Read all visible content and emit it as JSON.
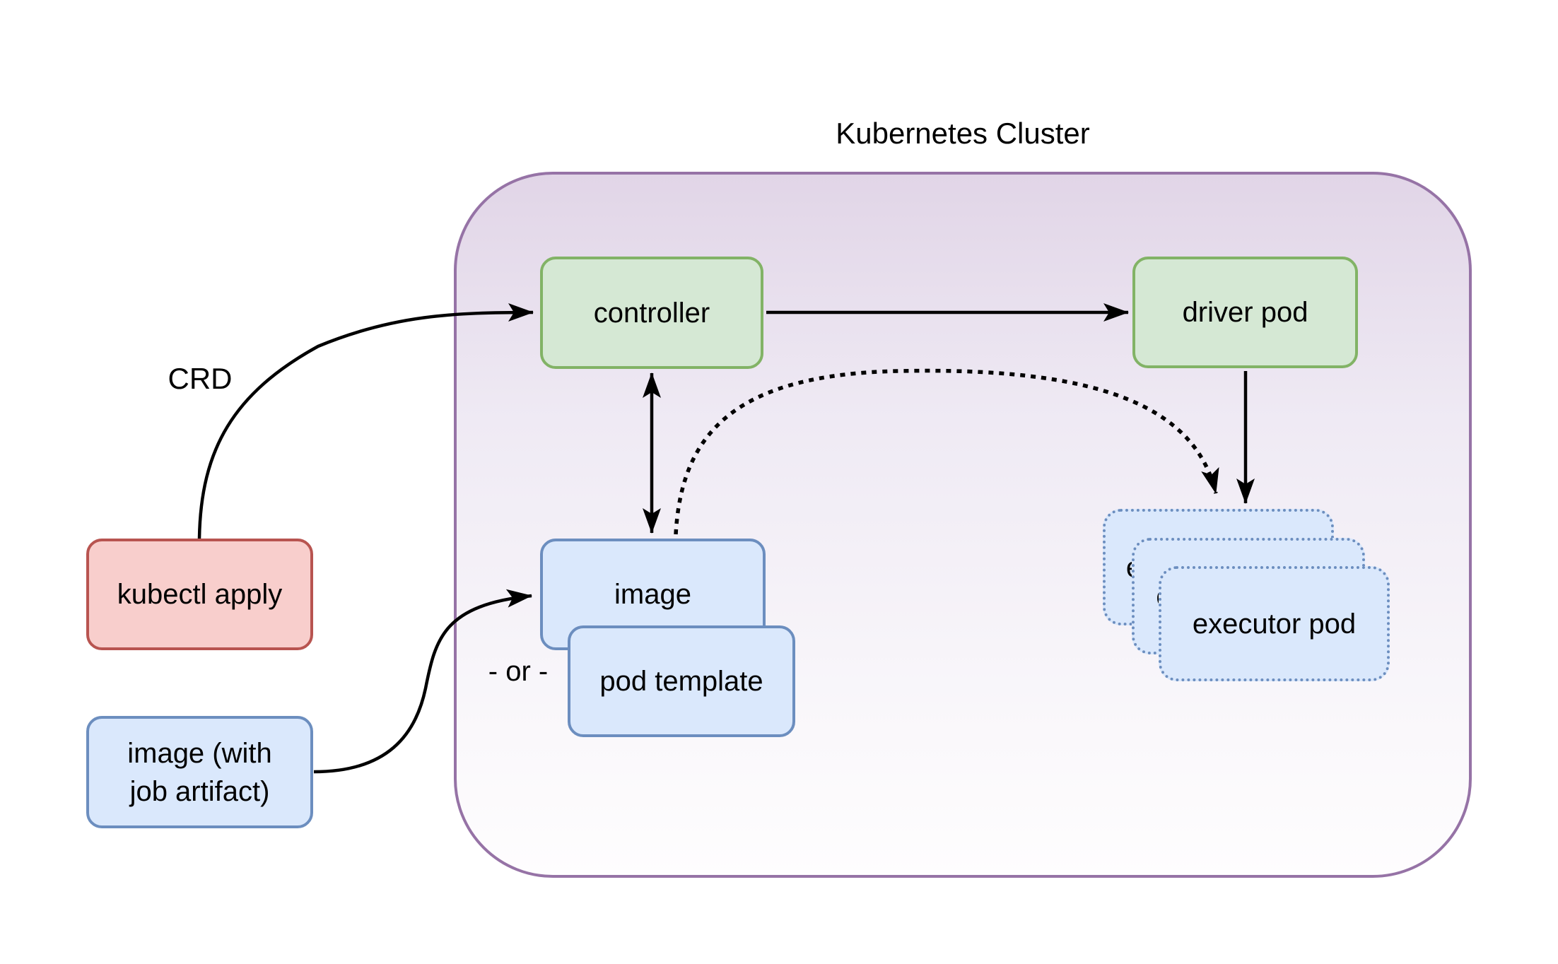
{
  "colors": {
    "green-fill": "#d5e8d4",
    "green-border": "#82b366",
    "blue-fill": "#dae8fc",
    "blue-border": "#6c8ebf",
    "red-fill": "#f8cecc",
    "red-border": "#b85450",
    "purple-fill": "#e1d5e7",
    "purple-border": "#9673a6",
    "arrow": "#000000"
  },
  "cluster": {
    "title": "Kubernetes Cluster"
  },
  "nodes": {
    "kubectl_apply": {
      "label": "kubectl apply"
    },
    "image_with_artifact": {
      "label": "image (with job artifact)"
    },
    "controller": {
      "label": "controller"
    },
    "driver_pod": {
      "label": "driver pod"
    },
    "image": {
      "label": "image"
    },
    "pod_template": {
      "label": "pod template"
    },
    "executor_pod": {
      "label": "executor pod"
    }
  },
  "labels": {
    "crd": "CRD",
    "or_separator": "- or -"
  },
  "edges": [
    {
      "from": "kubectl apply",
      "to": "controller",
      "label": "CRD",
      "style": "solid-curve",
      "arrow": "end"
    },
    {
      "from": "controller",
      "to": "driver pod",
      "style": "solid",
      "arrow": "end"
    },
    {
      "from": "controller",
      "to": "image",
      "style": "solid",
      "arrow": "both"
    },
    {
      "from": "driver pod",
      "to": "executor pod",
      "style": "solid",
      "arrow": "end"
    },
    {
      "from": "image",
      "to": "executor pod",
      "style": "dotted-curve",
      "arrow": "end"
    },
    {
      "from": "image (with job artifact)",
      "to": "image",
      "style": "solid-curve",
      "arrow": "end"
    }
  ]
}
